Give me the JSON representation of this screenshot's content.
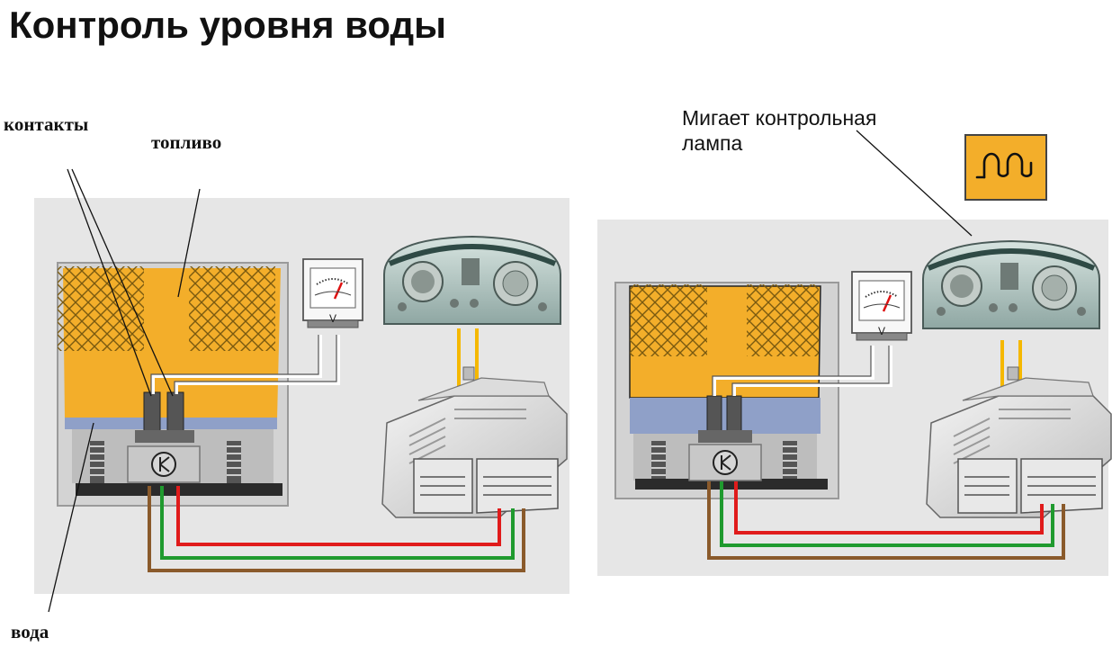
{
  "title": "Контроль уровня воды",
  "left_panel": {
    "label_contacts": "контакты",
    "label_fuel": "топливо",
    "label_water": "вода",
    "voltmeter_unit": "V"
  },
  "right_panel": {
    "label_lamp": "Мигает контрольная лампа",
    "voltmeter_unit": "V"
  },
  "colors": {
    "fuel": "#f3ae2a",
    "water": "#8fa0c8",
    "wire_red": "#e01b1b",
    "wire_green": "#1f9a2e",
    "wire_brown": "#8a5a2b",
    "signal_wire": "#f5b800",
    "background_panel": "#e6e6e6"
  },
  "icons": {
    "sensor": "transistor-icon",
    "lamp": "glow-plug-coil-icon"
  }
}
